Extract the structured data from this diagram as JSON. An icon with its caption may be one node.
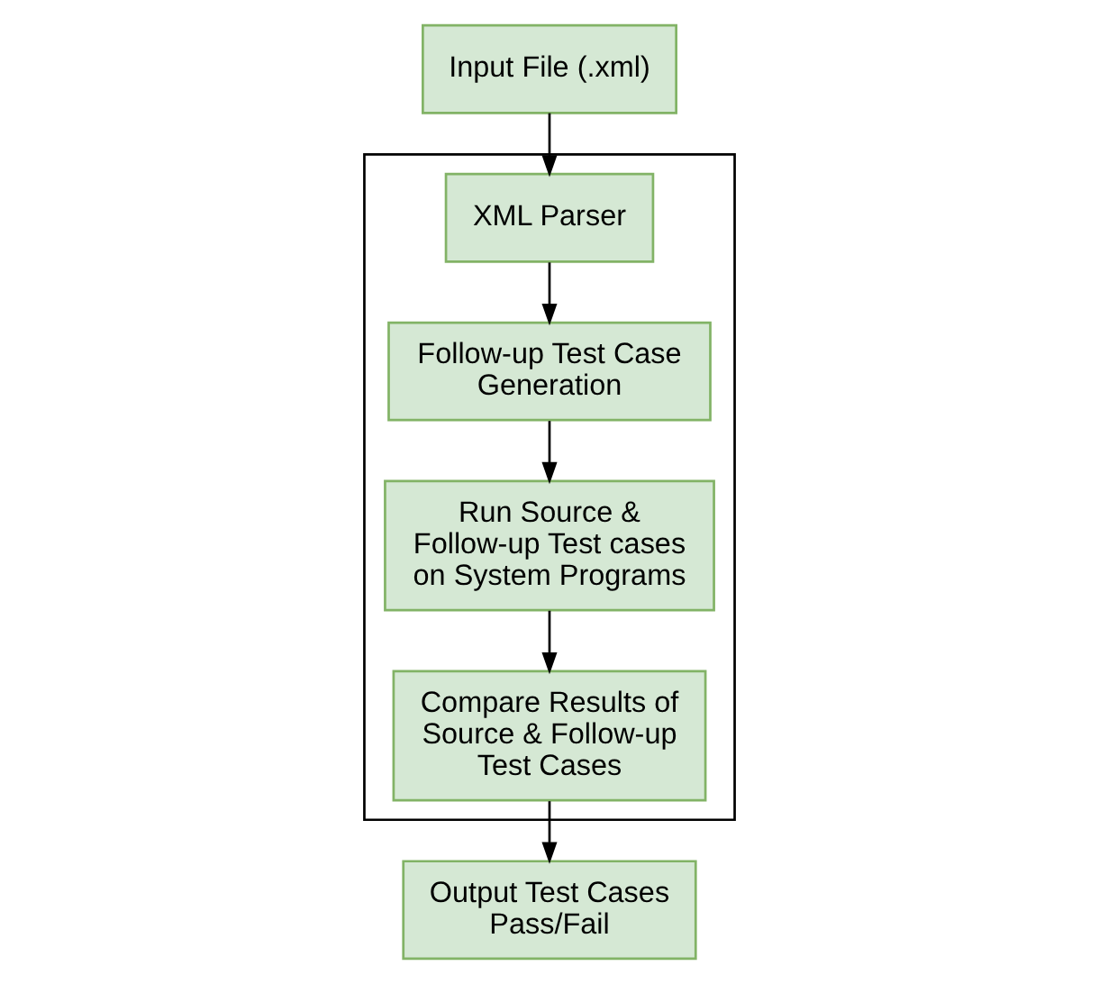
{
  "diagram": {
    "nodes": [
      {
        "text": [
          "Input File (.xml)"
        ]
      },
      {
        "text": [],
        "shape": "box"
      },
      {
        "text": [
          "XML Parser"
        ],
        "in": 1
      },
      {
        "text": [
          "Follow-up Test Case Generation"
        ],
        "in": 1
      },
      {
        "text": [
          "Run Source & Follow-up Test cases on System Programs"
        ],
        "in": 1
      },
      {
        "text": [
          "Compare Results of Source & Follow-up Test Cases"
        ],
        "in": 1
      },
      {
        "text": [
          "Output Test Cases Pass/Fail"
        ]
      }
    ],
    "edges": [
      {
        "from": 0,
        "to": 2,
        "arrow": "to"
      },
      {
        "from": 2,
        "to": 3,
        "arrow": "to"
      },
      {
        "from": 3,
        "to": 4,
        "arrow": "to"
      },
      {
        "from": 4,
        "to": 5,
        "arrow": "to"
      },
      {
        "from": 5,
        "to": 6,
        "arrow": "to"
      }
    ]
  }
}
